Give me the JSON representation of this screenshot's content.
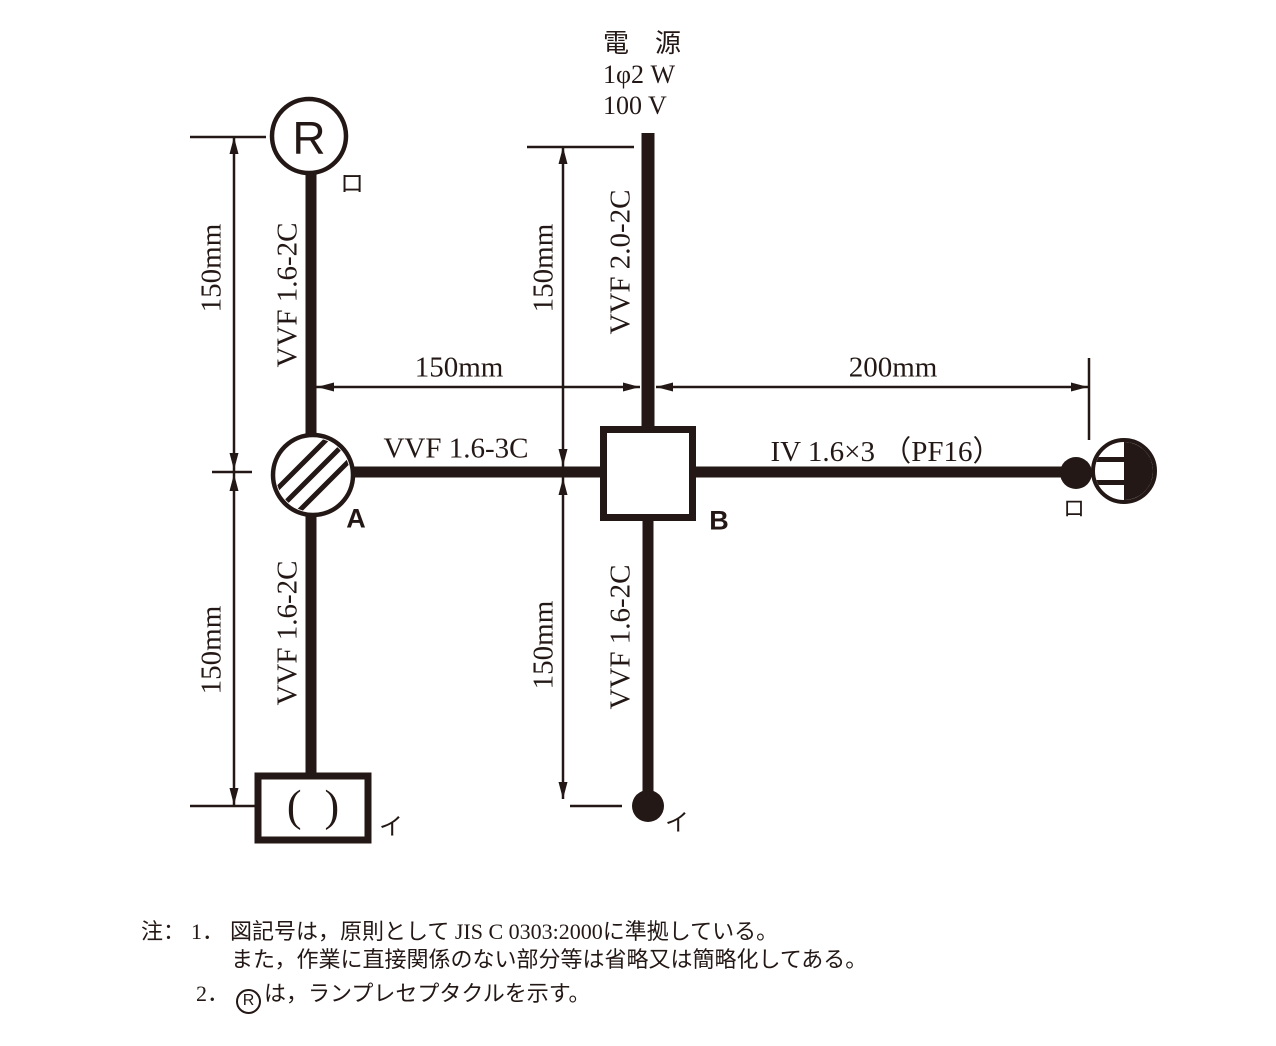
{
  "colors": {
    "ink": "#231815",
    "bg": "#ffffff"
  },
  "source": {
    "name": "電　源",
    "phase": "1φ2 W",
    "voltage": "100 V"
  },
  "cables": {
    "left_top": "VVF 1.6-2C",
    "left_bottom": "VVF 1.6-2C",
    "feed": "VVF 2.0-2C",
    "center_bottom": "VVF 1.6-2C",
    "a_to_b": "VVF 1.6-3C",
    "conduit": "IV 1.6×3 （PF16）"
  },
  "dimensions": {
    "left_top": "150mm",
    "left_bottom": "150mm",
    "center_top": "150mm",
    "center_bottom": "150mm",
    "a_to_source": "150mm",
    "b_to_outlet": "200mm"
  },
  "devices": {
    "lamp_receptacle": {
      "symbol": "R",
      "switch_mark": "ロ"
    },
    "joint_box_a": {
      "label": "A"
    },
    "outlet_box_b": {
      "label": "B"
    },
    "ceiling_rosette": {
      "symbol": "( )",
      "switch_mark": "イ"
    },
    "switch_center": {
      "switch_mark": "イ"
    },
    "switch_outlet_right": {
      "switch_mark": "ロ"
    }
  },
  "notes": {
    "heading": "注：",
    "item1_number": "1．",
    "item1_line1": "図記号は，原則として JIS C 0303:2000に準拠している。",
    "item1_line2": "また，作業に直接関係のない部分等は省略又は簡略化してある。",
    "item2_number": "2．",
    "item2_symbol": "R",
    "item2_text": "は，ランプレセプタクルを示す。"
  }
}
